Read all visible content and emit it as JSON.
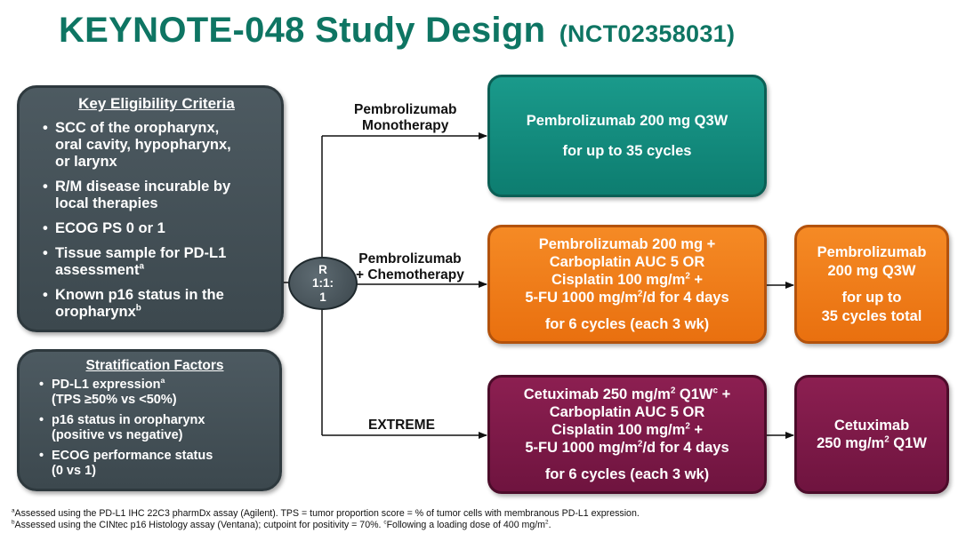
{
  "title": {
    "main": "KEYNOTE-048 Study Design",
    "trial_id": "(NCT02358031)"
  },
  "criteria": {
    "heading": "Key Eligibility Criteria",
    "items": [
      {
        "lines": [
          "SCC of the oropharynx,",
          "oral cavity, hypopharynx,",
          "or larynx"
        ],
        "sup": ""
      },
      {
        "lines": [
          "R/M disease incurable by",
          "local therapies"
        ],
        "sup": ""
      },
      {
        "lines": [
          "ECOG PS 0 or 1"
        ],
        "sup": ""
      },
      {
        "lines": [
          "Tissue sample for PD-L1",
          "assessment"
        ],
        "sup": "a"
      },
      {
        "lines": [
          "Known p16 status in the",
          "oropharynx"
        ],
        "sup": "b"
      }
    ]
  },
  "stratification": {
    "heading": "Stratification Factors",
    "items": [
      {
        "lines": [
          "PD-L1 expression",
          "(TPS ≥50% vs <50%)"
        ],
        "sup": "a"
      },
      {
        "lines": [
          "p16 status in oropharynx",
          "(positive vs negative)"
        ],
        "sup": ""
      },
      {
        "lines": [
          "ECOG performance status",
          "(0 vs 1)"
        ],
        "sup": ""
      }
    ]
  },
  "randomization": {
    "line1": "R",
    "line2": "1:1:",
    "line3": "1"
  },
  "arms": {
    "mono": {
      "label_line1": "Pembrolizumab",
      "label_line2": "Monotherapy",
      "box_line1": "Pembrolizumab 200 mg Q3W",
      "box_line2": "for up to 35 cycles"
    },
    "chemo": {
      "label_line1": "Pembrolizumab",
      "label_line2": "+ Chemotherapy",
      "box_line1": "Pembrolizumab 200 mg +",
      "box_line2": "Carboplatin AUC 5 OR",
      "box_line3_pre": "Cisplatin 100 mg/m",
      "box_line3_sup": "2",
      "box_line3_post": " +",
      "box_line4_pre": "5-FU 1000 mg/m",
      "box_line4_sup": "2",
      "box_line4_post": "/d for 4 days",
      "box_line5": "for 6 cycles (each 3 wk)",
      "maint_line1": "Pembrolizumab",
      "maint_line2": "200 mg Q3W",
      "maint_line3": "for up to",
      "maint_line4": "35 cycles total"
    },
    "extreme": {
      "label": "EXTREME",
      "box_line1_pre": "Cetuximab 250 mg/m",
      "box_line1_sup": "2",
      "box_line1_mid": " Q1W",
      "box_line1_sup2": "c",
      "box_line1_post": " +",
      "box_line2": "Carboplatin AUC 5 OR",
      "box_line3_pre": "Cisplatin 100 mg/m",
      "box_line3_sup": "2",
      "box_line3_post": " +",
      "box_line4_pre": "5-FU 1000 mg/m",
      "box_line4_sup": "2",
      "box_line4_post": "/d for 4 days",
      "box_line5": "for 6 cycles (each 3 wk)",
      "maint_line1": "Cetuximab",
      "maint_line2_pre": "250 mg/m",
      "maint_line2_sup": "2",
      "maint_line2_post": " Q1W"
    }
  },
  "footnotes": {
    "a_marker": "a",
    "a_text": "Assessed using the PD-L1 IHC 22C3 pharmDx assay (Agilent). TPS = tumor proportion score = % of tumor cells with membranous PD-L1 expression.",
    "b_marker": "b",
    "b_text": "Assessed using the CINtec p16 Histology assay (Ventana); cutpoint for positivity = 70%. ",
    "c_marker": "c",
    "c_text": "Following a loading dose of 400 mg/m",
    "c_sup": "2",
    "c_end": "."
  },
  "colors": {
    "title": "#0e7563",
    "dark_box": "#434f55",
    "teal_box": "#14907f",
    "orange_box": "#f07d1c",
    "maroon_box": "#7d1948",
    "connector": "#111111"
  }
}
